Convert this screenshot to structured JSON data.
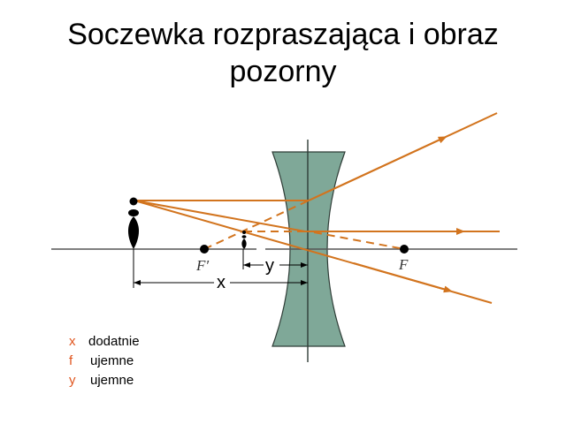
{
  "title": {
    "line1": "Soczewka rozpraszająca i obraz",
    "line2": "pozorny"
  },
  "diagram": {
    "labels": {
      "focal_left": "F′",
      "focal_right": "F",
      "image_distance": "y",
      "object_distance": "x"
    },
    "colors": {
      "ray": "#d2741e",
      "lens_fill": "#7fa898",
      "lens_stroke": "#2f3d37",
      "axis": "#444444"
    }
  },
  "legend": {
    "items": [
      {
        "symbol": "x",
        "text": "dodatnie"
      },
      {
        "symbol": "f",
        "text": "ujemne"
      },
      {
        "symbol": "y",
        "text": "ujemne"
      }
    ],
    "symbol_color": "#e0551e"
  }
}
